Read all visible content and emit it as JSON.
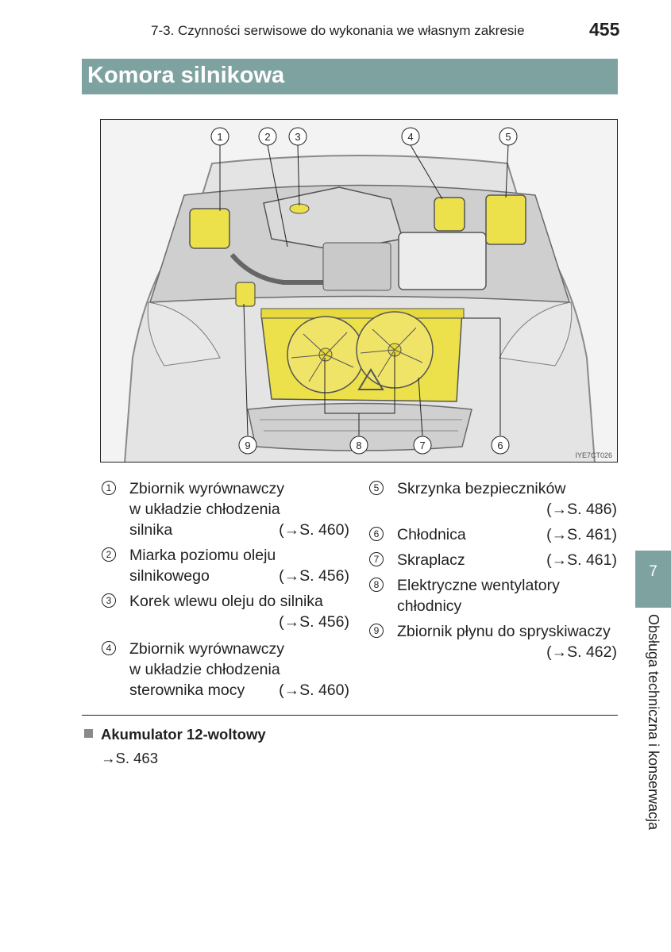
{
  "header": {
    "section_title": "7-3. Czynności serwisowe do wykonania we własnym zakresie",
    "page_number": "455"
  },
  "title": "Komora silnikowa",
  "figure": {
    "callouts": [
      "1",
      "2",
      "3",
      "4",
      "5",
      "6",
      "7",
      "8",
      "9"
    ],
    "code": "IYE7CT026",
    "highlight_color": "#ece14a"
  },
  "legend_left": [
    {
      "num": "1",
      "lines": [
        "Zbiornik wyrównawczy",
        "w układzie chłodzenia",
        "silnika"
      ],
      "ref": "(→S. 460)"
    },
    {
      "num": "2",
      "lines": [
        "Miarka poziomu oleju",
        "silnikowego"
      ],
      "ref": "(→S. 456)"
    },
    {
      "num": "3",
      "lines": [
        "Korek wlewu oleju do silnika"
      ],
      "ref": "(→S. 456)"
    },
    {
      "num": "4",
      "lines": [
        "Zbiornik wyrównawczy",
        "w układzie chłodzenia",
        "sterownika mocy"
      ],
      "ref": "(→S. 460)"
    }
  ],
  "legend_right": [
    {
      "num": "5",
      "lines": [
        "Skrzynka bezpieczników"
      ],
      "ref": "(→S. 486)"
    },
    {
      "num": "6",
      "lines": [
        "Chłodnica"
      ],
      "ref": "(→S. 461)"
    },
    {
      "num": "7",
      "lines": [
        "Skraplacz"
      ],
      "ref": "(→S. 461)"
    },
    {
      "num": "8",
      "lines": [
        "Elektryczne wentylatory",
        "chłodnicy"
      ],
      "ref": ""
    },
    {
      "num": "9",
      "lines": [
        "Zbiornik płynu do spryskiwaczy"
      ],
      "ref": "(→S. 462)"
    }
  ],
  "section": {
    "title": "Akumulator 12-woltowy",
    "ref": "→S. 463"
  },
  "tab": {
    "chapter": "7",
    "label": "Obsługa techniczna i konserwacja"
  }
}
